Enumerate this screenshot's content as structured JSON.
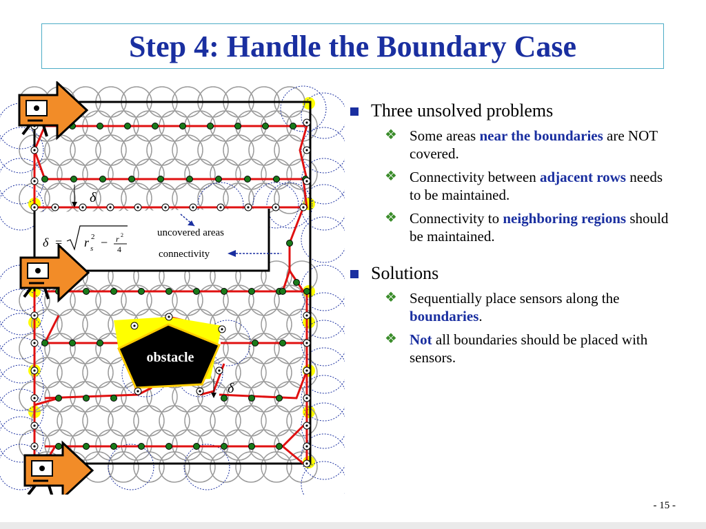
{
  "title": "Step 4: Handle the Boundary Case",
  "diagram": {
    "obstacle_label": "obstacle",
    "uncovered_label": "uncovered areas",
    "connectivity_label": "connectivity",
    "delta_symbol": "δ",
    "formula": {
      "lhs": "δ",
      "eq": "=",
      "r": "r",
      "sub": "s",
      "sup": "2",
      "minus": "−",
      "frac_num": "r",
      "frac_sub": "s",
      "frac_sup": "2",
      "frac_den": "4"
    },
    "colors": {
      "robot_orange": "#f28c28",
      "link_red": "#e01010",
      "node_green": "#1a7a1a",
      "uncovered_yellow": "#ffff00",
      "obstacle_black": "#000000"
    },
    "icons": [
      "robot-icon-top",
      "robot-icon-middle",
      "robot-icon-bottom"
    ]
  },
  "bullets": [
    {
      "text": "Three unsolved problems",
      "sub": [
        {
          "parts": [
            {
              "t": "Some areas "
            },
            {
              "t": "near the boundaries",
              "hl": true
            },
            {
              "t": " are NOT covered."
            }
          ]
        },
        {
          "parts": [
            {
              "t": "Connectivity between "
            },
            {
              "t": "adjacent rows",
              "hl": true
            },
            {
              "t": " needs to be maintained."
            }
          ]
        },
        {
          "parts": [
            {
              "t": "Connectivity to "
            },
            {
              "t": "neighboring regions",
              "hl": true
            },
            {
              "t": " should be maintained."
            }
          ]
        }
      ]
    },
    {
      "text": "Solutions",
      "sub": [
        {
          "parts": [
            {
              "t": "Sequentially place sensors along the "
            },
            {
              "t": "boundaries",
              "hl": true
            },
            {
              "t": "."
            }
          ]
        },
        {
          "parts": [
            {
              "t": "Not",
              "hl": true
            },
            {
              "t": " all boundaries should be placed with sensors."
            }
          ]
        }
      ]
    }
  ],
  "page_number": "- 15 -"
}
